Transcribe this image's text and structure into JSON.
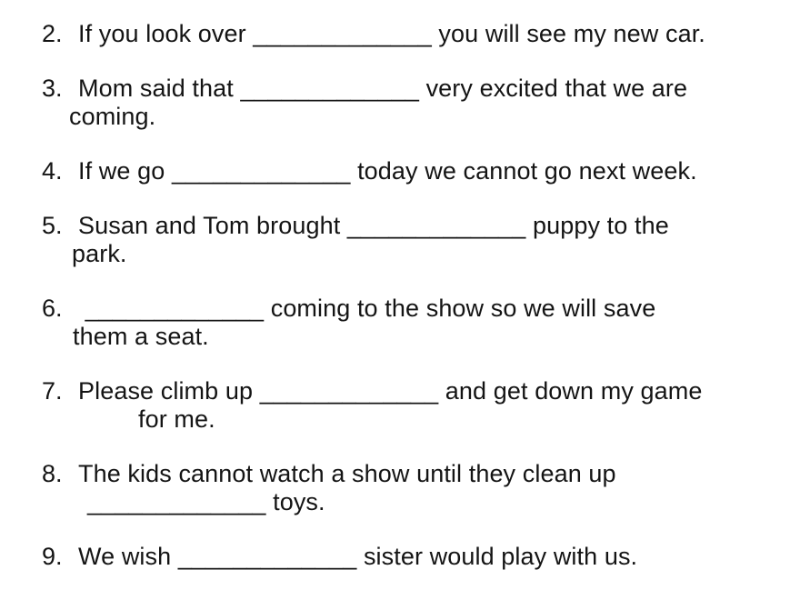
{
  "page": {
    "background_color": "#ffffff",
    "text_color": "#141414"
  },
  "worksheet": {
    "items": [
      {
        "number": "2.",
        "line1": "If you look over _____________ you will see my new car.",
        "line2": null,
        "line2_indent": 0
      },
      {
        "number": "3.",
        "line1": "Mom said that _____________ very excited that we are",
        "line2": "coming.",
        "line2_indent": 76
      },
      {
        "number": "4.",
        "line1": "If we go _____________ today we cannot go next week.",
        "line2": null,
        "line2_indent": 0
      },
      {
        "number": "5.",
        "line1": "Susan and Tom brought _____________ puppy to the",
        "line2": "park.",
        "line2_indent": 79
      },
      {
        "number": "6.",
        "line1": " _____________ coming to the show so we will save",
        "line2": "them a seat.",
        "line2_indent": 80
      },
      {
        "number": "7.",
        "line1": "Please climb up _____________ and get down my game",
        "line2": "for me.",
        "line2_indent": 152
      },
      {
        "number": "8.",
        "line1": "The kids cannot watch a show until they clean up",
        "line2": "_____________ toys.",
        "line2_indent": 96
      },
      {
        "number": "9.",
        "line1": "We wish _____________ sister would play with us.",
        "line2": null,
        "line2_indent": 0
      }
    ]
  }
}
